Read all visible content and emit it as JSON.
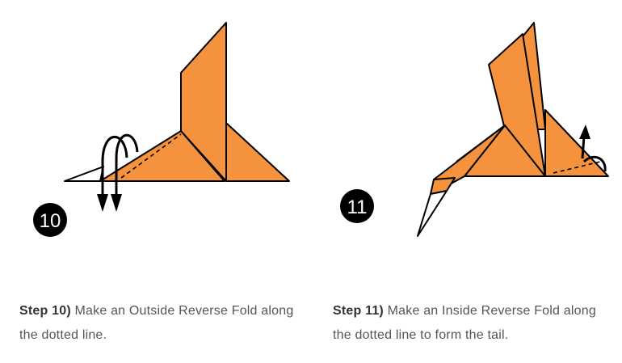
{
  "steps": [
    {
      "number": "10",
      "label": "Step 10)",
      "text": "Make an Outside Reverse Fold along the dotted line."
    },
    {
      "number": "11",
      "label": "Step 11)",
      "text": "Make an Inside Reverse Fold along the dotted line to form the tail."
    }
  ],
  "colors": {
    "paper": "#f5923e",
    "paper_back": "#ffffff",
    "outline": "#000000",
    "caption_text": "#555555",
    "caption_label": "#333333",
    "badge": "#000000"
  }
}
